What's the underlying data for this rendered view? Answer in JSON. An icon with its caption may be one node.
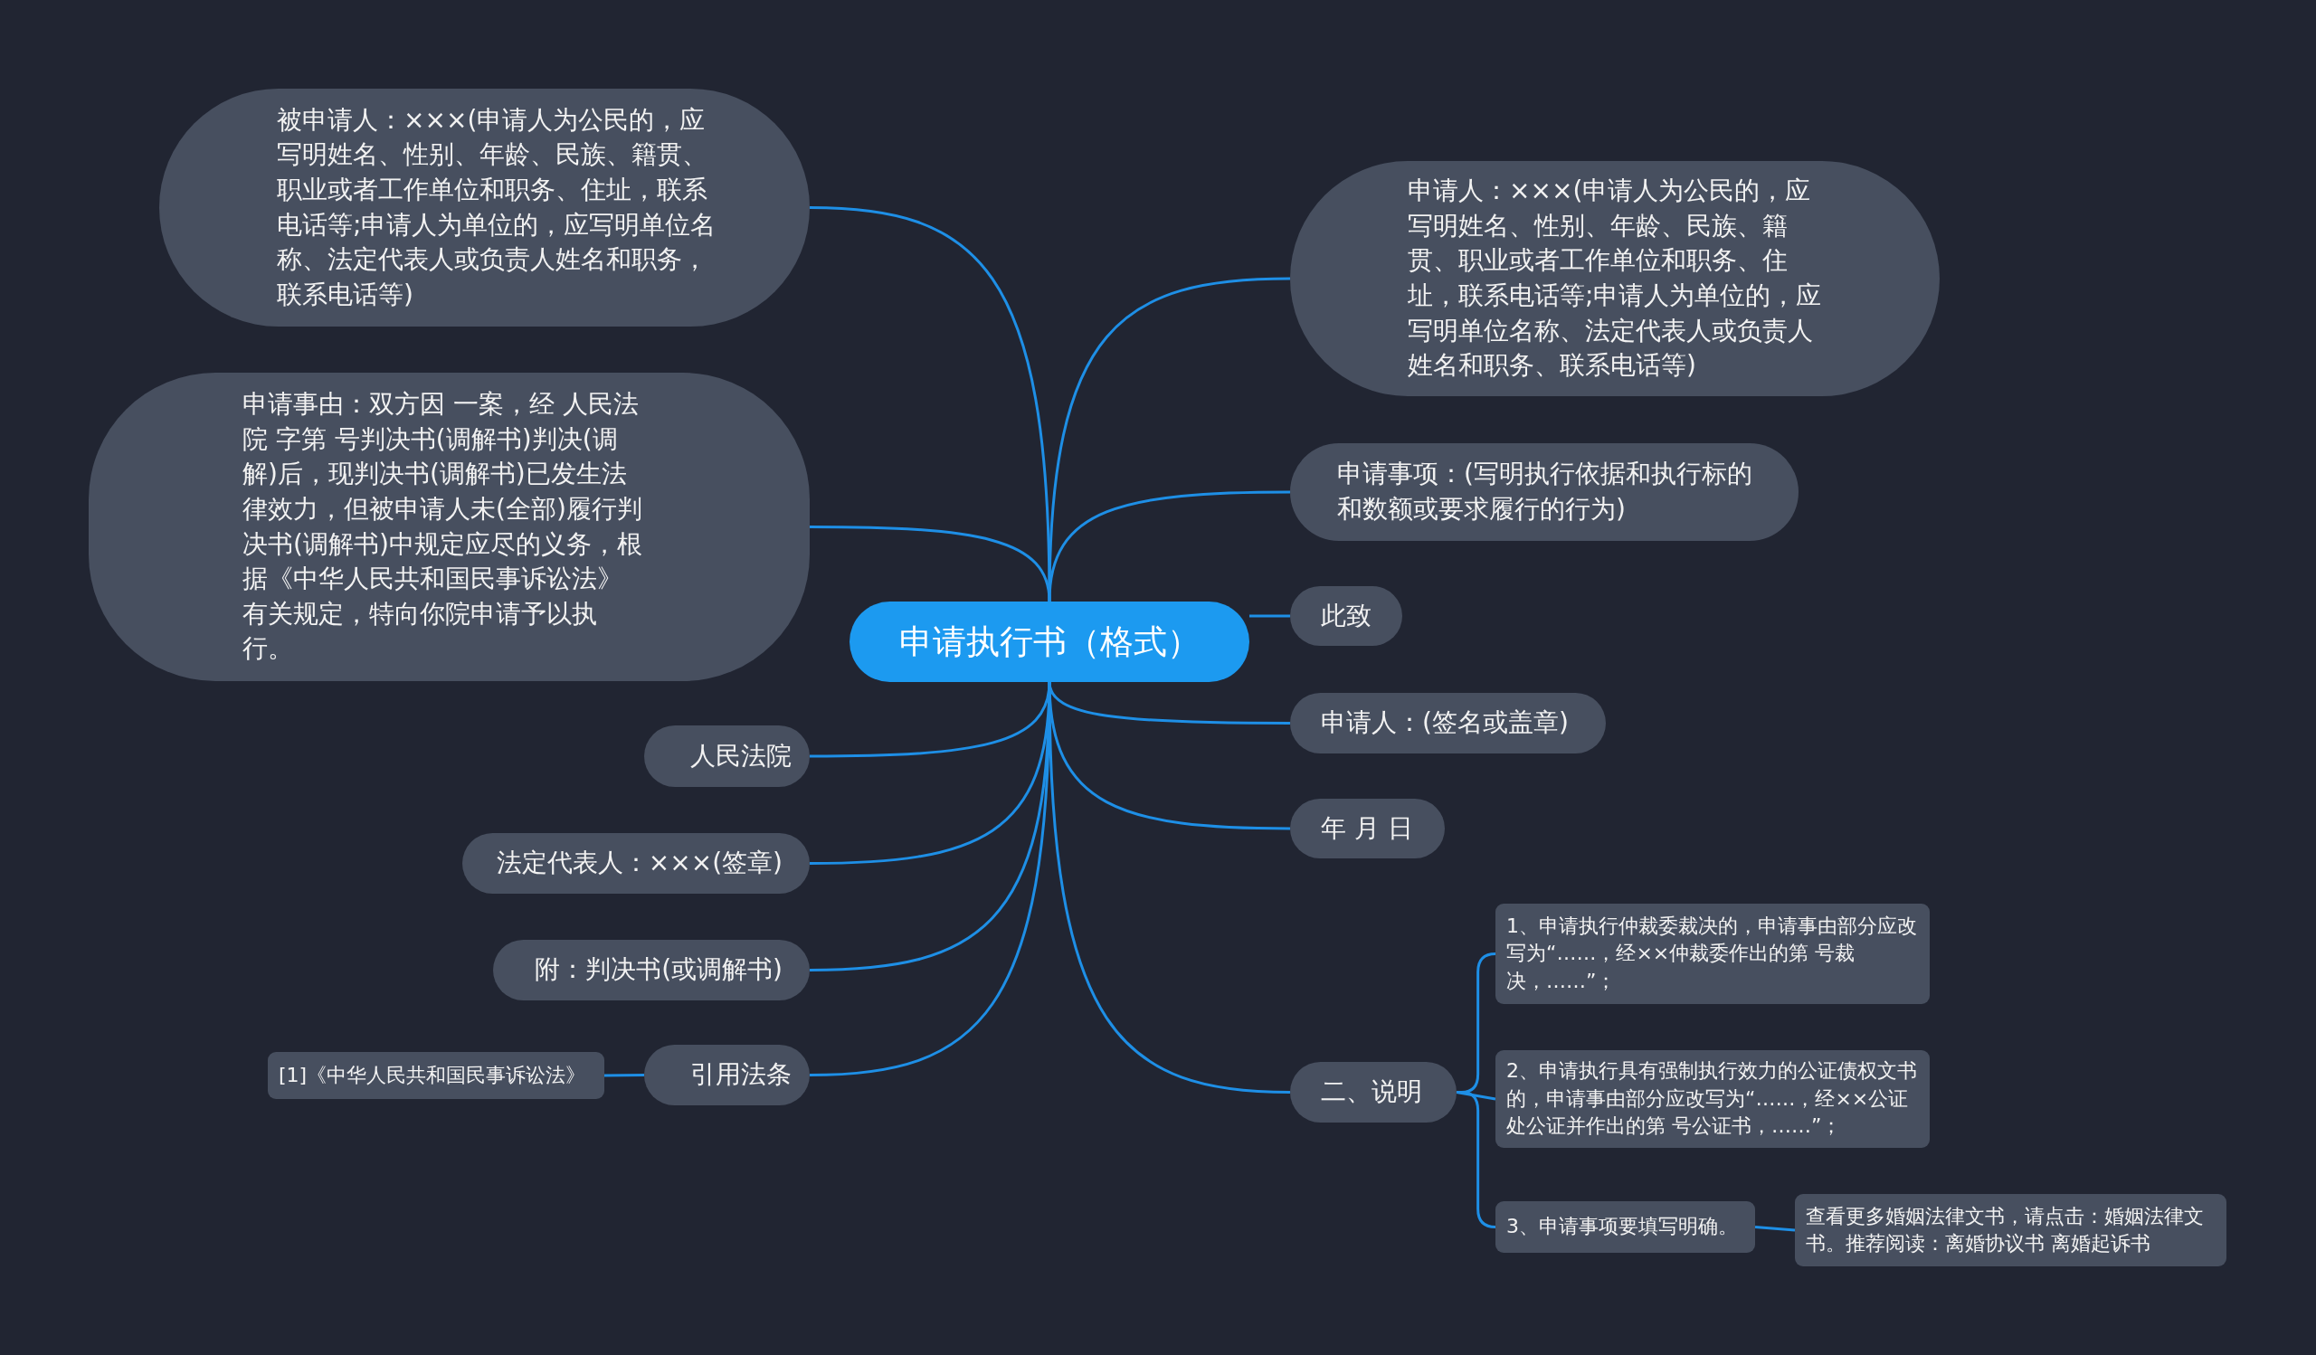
{
  "diagram": {
    "nodes": [
      {
        "text": [
          "申请执行书（格式）"
        ]
      },
      {
        "text": [
          "申请人：×××(申请人为公民的，应写明姓名、性别、年龄、民族、籍贯、职业或者工作单位和职务、住址，联系电话等;申请人为单位的，应写明单位名称、法定代表人或负责人姓名和职务、联系电话等)"
        ]
      },
      {
        "text": [
          "申请事项：(写明执行依据和执行标的和数额或要求履行的行为)"
        ]
      },
      {
        "text": [
          "此致"
        ]
      },
      {
        "text": [
          "申请人：(签名或盖章)"
        ]
      },
      {
        "text": [
          "年 月 日"
        ]
      },
      {
        "text": [
          "二、说明"
        ]
      },
      {
        "text": [
          "1、申请执行仲裁委裁决的，申请事由部分应改写为“……，经××仲裁委作出的第 号裁决，……”；"
        ]
      },
      {
        "text": [
          "2、申请执行具有强制执行效力的公证债权文书的，申请事由部分应改写为“……，经××公证处公证并作出的第 号公证书，……”；"
        ]
      },
      {
        "text": [
          "3、申请事项要填写明确。"
        ]
      },
      {
        "text": [
          "查看更多婚姻法律文书，请点击：婚姻法律文书。推荐阅读：离婚协议书 离婚起诉书"
        ]
      },
      {
        "text": [
          "被申请人：×××(申请人为公民的，应写明姓名、性别、年龄、民族、籍贯、职业或者工作单位和职务、住址，联系电话等;申请人为单位的，应写明单位名称、法定代表人或负责人姓名和职务，联系电话等)"
        ]
      },
      {
        "text": [
          "申请事由：双方因 一案，经 人民法院 字第 号判决书(调解书)判决(调解)后，现判决书(调解书)已发生法律效力，但被申请人未(全部)履行判决书(调解书)中规定应尽的义务，根据《中华人民共和国民事诉讼法》有关规定，特向你院申请予以执行。"
        ]
      },
      {
        "text": [
          "人民法院"
        ]
      },
      {
        "text": [
          "法定代表人：×××(签章)"
        ]
      },
      {
        "text": [
          "附：判决书(或调解书)"
        ]
      },
      {
        "text": [
          "引用法条"
        ]
      },
      {
        "text": [
          "[1]《中华人民共和国民事诉讼法》"
        ]
      }
    ],
    "edges": [
      {
        "from": 0,
        "to": 1,
        "arrow": "none"
      },
      {
        "from": 0,
        "to": 2,
        "arrow": "none"
      },
      {
        "from": 0,
        "to": 3,
        "arrow": "none"
      },
      {
        "from": 0,
        "to": 4,
        "arrow": "none"
      },
      {
        "from": 0,
        "to": 5,
        "arrow": "none"
      },
      {
        "from": 0,
        "to": 6,
        "arrow": "none"
      },
      {
        "from": 6,
        "to": 7,
        "arrow": "none"
      },
      {
        "from": 6,
        "to": 8,
        "arrow": "none"
      },
      {
        "from": 6,
        "to": 9,
        "arrow": "none"
      },
      {
        "from": 9,
        "to": 10,
        "arrow": "none"
      },
      {
        "from": 0,
        "to": 11,
        "arrow": "none"
      },
      {
        "from": 0,
        "to": 12,
        "arrow": "none"
      },
      {
        "from": 0,
        "to": 13,
        "arrow": "none"
      },
      {
        "from": 0,
        "to": 14,
        "arrow": "none"
      },
      {
        "from": 0,
        "to": 15,
        "arrow": "none"
      },
      {
        "from": 0,
        "to": 16,
        "arrow": "none"
      },
      {
        "from": 16,
        "to": 17,
        "arrow": "none"
      }
    ]
  }
}
